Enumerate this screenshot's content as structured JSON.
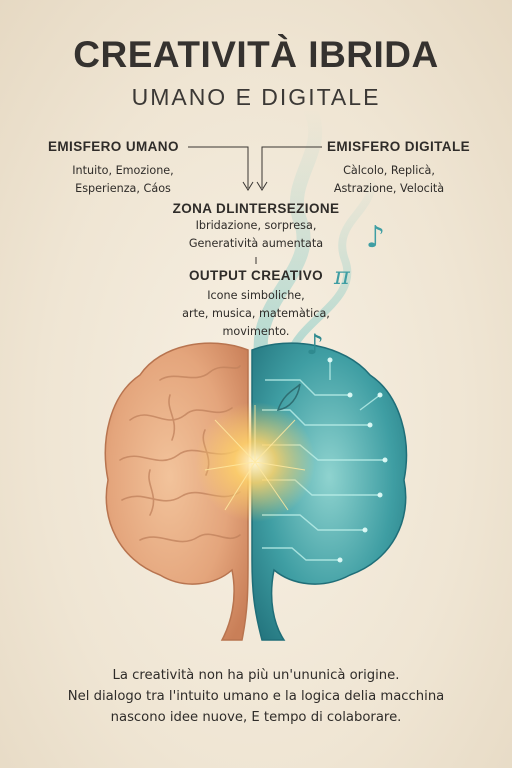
{
  "poster": {
    "title": "CREATIVITÀ IBRIDA",
    "subtitle": "UMANO E DIGITALE",
    "left": {
      "heading": "EMISFERO UMANO",
      "lines": [
        "Intuito, Emozione,",
        "Esperienza, Cáos"
      ]
    },
    "right": {
      "heading": "EMISFERO DIGITALE",
      "lines": [
        "Càlcolo, Replicà,",
        "Astrazione, Velocità"
      ]
    },
    "zone": {
      "heading": "ZONA DLINTERSEZIONE",
      "lines": [
        "Ibridazione, sorpresa,",
        "Generatività aumentata"
      ]
    },
    "output": {
      "heading": "OUTPUT CREATIVO",
      "lines": [
        "Icone simboliche,",
        "arte, musica, matemàtica,",
        "movimento."
      ]
    },
    "footer": {
      "lines": [
        "La creatività non ha più un'ununicà origine.",
        "Nel dialogo tra l'intuito umano e la logica delia macchina",
        "nascono idee nuove, E tempo di colaborare."
      ]
    },
    "icons": {
      "note1": "♪",
      "pi": "π",
      "note2": "♪"
    },
    "colors": {
      "human": "#e4a57c",
      "digital": "#3f9ea3",
      "spark": "#ffd36b"
    }
  }
}
